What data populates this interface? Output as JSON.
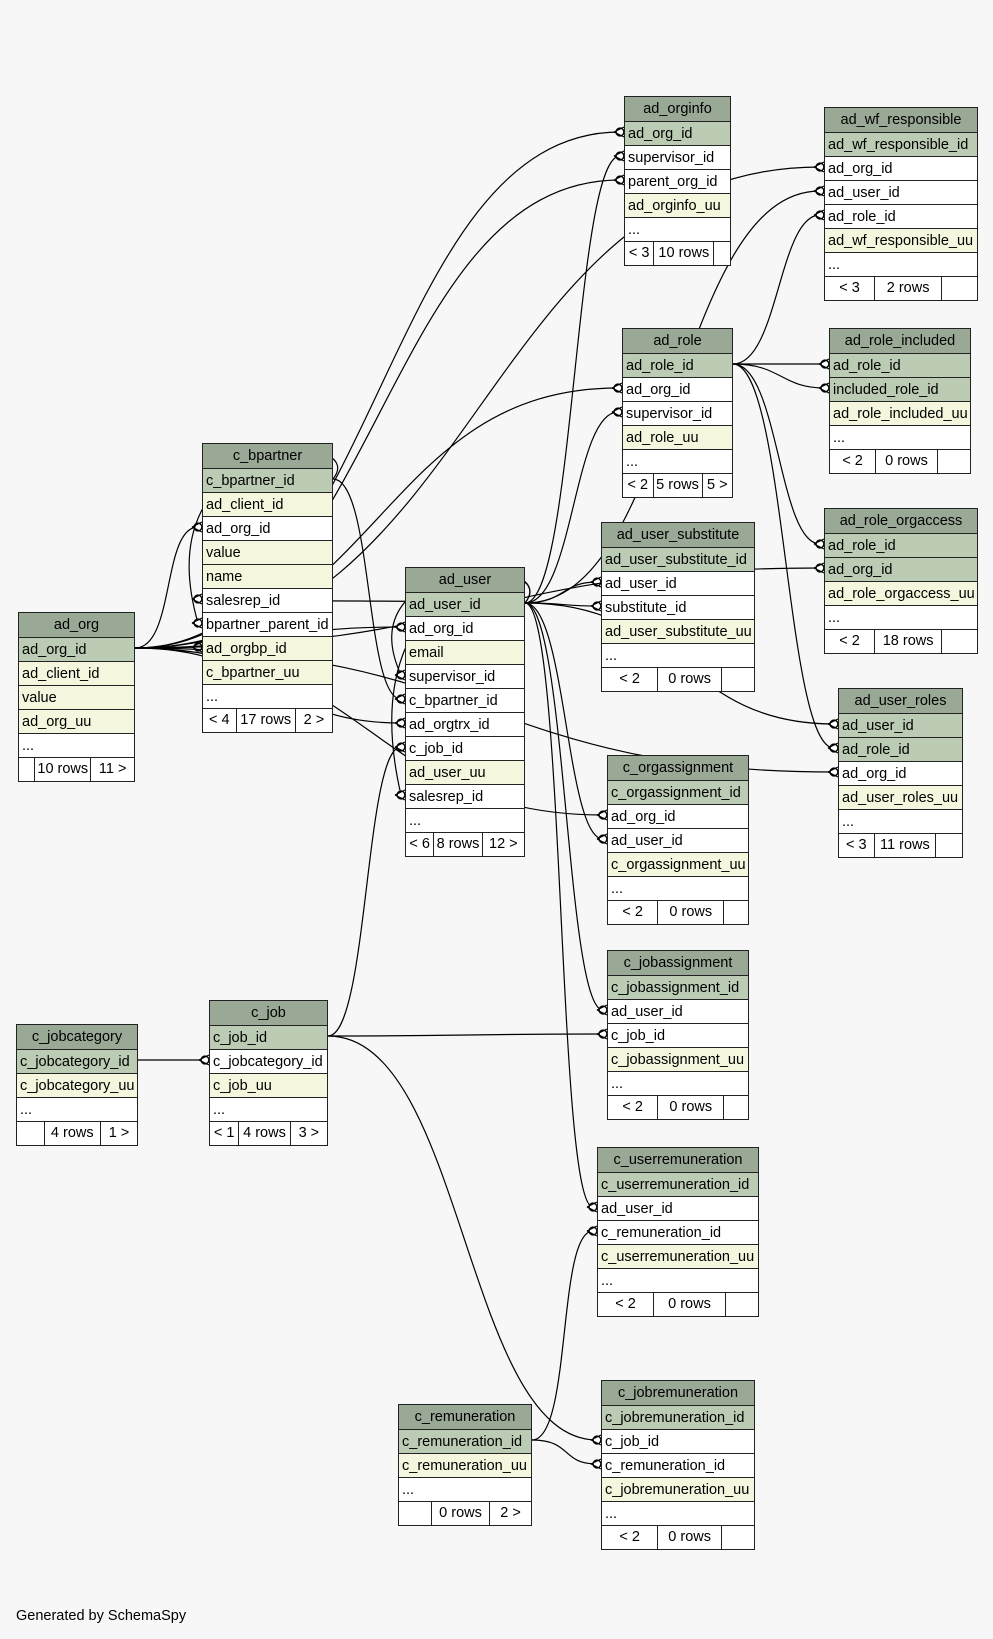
{
  "footer": "Generated by SchemaSpy",
  "tables": [
    {
      "id": "ad_orginfo",
      "name": "ad_orginfo",
      "cols": [
        [
          "ad_org_id",
          "pk"
        ],
        [
          "supervisor_id",
          "plain"
        ],
        [
          "parent_org_id",
          "plain"
        ],
        [
          "ad_orginfo_uu",
          "uq"
        ],
        [
          "...",
          "plain"
        ]
      ],
      "foot": [
        "< 3",
        "10 rows",
        ""
      ]
    },
    {
      "id": "ad_wf_responsible",
      "name": "ad_wf_responsible",
      "cols": [
        [
          "ad_wf_responsible_id",
          "pk"
        ],
        [
          "ad_org_id",
          "plain"
        ],
        [
          "ad_user_id",
          "plain"
        ],
        [
          "ad_role_id",
          "plain"
        ],
        [
          "ad_wf_responsible_uu",
          "uq"
        ],
        [
          "...",
          "plain"
        ]
      ],
      "foot": [
        "< 3",
        "2 rows",
        ""
      ]
    },
    {
      "id": "ad_role",
      "name": "ad_role",
      "cols": [
        [
          "ad_role_id",
          "pk"
        ],
        [
          "ad_org_id",
          "plain"
        ],
        [
          "supervisor_id",
          "plain"
        ],
        [
          "ad_role_uu",
          "uq"
        ],
        [
          "...",
          "plain"
        ]
      ],
      "foot": [
        "< 2",
        "5 rows",
        "5 >"
      ]
    },
    {
      "id": "ad_role_included",
      "name": "ad_role_included",
      "cols": [
        [
          "ad_role_id",
          "pk"
        ],
        [
          "included_role_id",
          "pk"
        ],
        [
          "ad_role_included_uu",
          "uq"
        ],
        [
          "...",
          "plain"
        ]
      ],
      "foot": [
        "< 2",
        "0 rows",
        ""
      ]
    },
    {
      "id": "c_bpartner",
      "name": "c_bpartner",
      "cols": [
        [
          "c_bpartner_id",
          "pk"
        ],
        [
          "ad_client_id",
          "uq"
        ],
        [
          "ad_org_id",
          "plain"
        ],
        [
          "value",
          "uq"
        ],
        [
          "name",
          "uq"
        ],
        [
          "salesrep_id",
          "plain"
        ],
        [
          "bpartner_parent_id",
          "plain"
        ],
        [
          "ad_orgbp_id",
          "uq"
        ],
        [
          "c_bpartner_uu",
          "uq"
        ],
        [
          "...",
          "plain"
        ]
      ],
      "foot": [
        "< 4",
        "17 rows",
        "2 >"
      ]
    },
    {
      "id": "ad_user_substitute",
      "name": "ad_user_substitute",
      "cols": [
        [
          "ad_user_substitute_id",
          "pk"
        ],
        [
          "ad_user_id",
          "plain"
        ],
        [
          "substitute_id",
          "plain"
        ],
        [
          "ad_user_substitute_uu",
          "uq"
        ],
        [
          "...",
          "plain"
        ]
      ],
      "foot": [
        "< 2",
        "0 rows",
        ""
      ]
    },
    {
      "id": "ad_role_orgaccess",
      "name": "ad_role_orgaccess",
      "cols": [
        [
          "ad_role_id",
          "pk"
        ],
        [
          "ad_org_id",
          "pk"
        ],
        [
          "ad_role_orgaccess_uu",
          "uq"
        ],
        [
          "...",
          "plain"
        ]
      ],
      "foot": [
        "< 2",
        "18 rows",
        ""
      ]
    },
    {
      "id": "ad_user",
      "name": "ad_user",
      "cols": [
        [
          "ad_user_id",
          "pk"
        ],
        [
          "ad_org_id",
          "plain"
        ],
        [
          "email",
          "uq"
        ],
        [
          "supervisor_id",
          "plain"
        ],
        [
          "c_bpartner_id",
          "plain"
        ],
        [
          "ad_orgtrx_id",
          "plain"
        ],
        [
          "c_job_id",
          "plain"
        ],
        [
          "ad_user_uu",
          "uq"
        ],
        [
          "salesrep_id",
          "plain"
        ],
        [
          "...",
          "plain"
        ]
      ],
      "foot": [
        "< 6",
        "8 rows",
        "12 >"
      ]
    },
    {
      "id": "ad_org",
      "name": "ad_org",
      "cols": [
        [
          "ad_org_id",
          "pk"
        ],
        [
          "ad_client_id",
          "uq"
        ],
        [
          "value",
          "uq"
        ],
        [
          "ad_org_uu",
          "uq"
        ],
        [
          "...",
          "plain"
        ]
      ],
      "foot": [
        "",
        "10 rows",
        "11 >"
      ]
    },
    {
      "id": "ad_user_roles",
      "name": "ad_user_roles",
      "cols": [
        [
          "ad_user_id",
          "pk"
        ],
        [
          "ad_role_id",
          "pk"
        ],
        [
          "ad_org_id",
          "plain"
        ],
        [
          "ad_user_roles_uu",
          "uq"
        ],
        [
          "...",
          "plain"
        ]
      ],
      "foot": [
        "< 3",
        "11 rows",
        ""
      ]
    },
    {
      "id": "c_orgassignment",
      "name": "c_orgassignment",
      "cols": [
        [
          "c_orgassignment_id",
          "pk"
        ],
        [
          "ad_org_id",
          "plain"
        ],
        [
          "ad_user_id",
          "plain"
        ],
        [
          "c_orgassignment_uu",
          "uq"
        ],
        [
          "...",
          "plain"
        ]
      ],
      "foot": [
        "< 2",
        "0 rows",
        ""
      ]
    },
    {
      "id": "c_jobassignment",
      "name": "c_jobassignment",
      "cols": [
        [
          "c_jobassignment_id",
          "pk"
        ],
        [
          "ad_user_id",
          "plain"
        ],
        [
          "c_job_id",
          "plain"
        ],
        [
          "c_jobassignment_uu",
          "uq"
        ],
        [
          "...",
          "plain"
        ]
      ],
      "foot": [
        "< 2",
        "0 rows",
        ""
      ]
    },
    {
      "id": "c_job",
      "name": "c_job",
      "cols": [
        [
          "c_job_id",
          "pk"
        ],
        [
          "c_jobcategory_id",
          "plain"
        ],
        [
          "c_job_uu",
          "uq"
        ],
        [
          "...",
          "plain"
        ]
      ],
      "foot": [
        "< 1",
        "4 rows",
        "3 >"
      ]
    },
    {
      "id": "c_jobcategory",
      "name": "c_jobcategory",
      "cols": [
        [
          "c_jobcategory_id",
          "pk"
        ],
        [
          "c_jobcategory_uu",
          "uq"
        ],
        [
          "...",
          "plain"
        ]
      ],
      "foot": [
        "",
        "4 rows",
        "1 >"
      ]
    },
    {
      "id": "c_userremuneration",
      "name": "c_userremuneration",
      "cols": [
        [
          "c_userremuneration_id",
          "pk"
        ],
        [
          "ad_user_id",
          "plain"
        ],
        [
          "c_remuneration_id",
          "plain"
        ],
        [
          "c_userremuneration_uu",
          "uq"
        ],
        [
          "...",
          "plain"
        ]
      ],
      "foot": [
        "< 2",
        "0 rows",
        ""
      ]
    },
    {
      "id": "c_jobremuneration",
      "name": "c_jobremuneration",
      "cols": [
        [
          "c_jobremuneration_id",
          "pk"
        ],
        [
          "c_job_id",
          "plain"
        ],
        [
          "c_remuneration_id",
          "plain"
        ],
        [
          "c_jobremuneration_uu",
          "uq"
        ],
        [
          "...",
          "plain"
        ]
      ],
      "foot": [
        "< 2",
        "0 rows",
        ""
      ]
    },
    {
      "id": "c_remuneration",
      "name": "c_remuneration",
      "cols": [
        [
          "c_remuneration_id",
          "pk"
        ],
        [
          "c_remuneration_uu",
          "uq"
        ],
        [
          "...",
          "plain"
        ]
      ],
      "foot": [
        "",
        "0 rows",
        "2 >"
      ]
    }
  ]
}
